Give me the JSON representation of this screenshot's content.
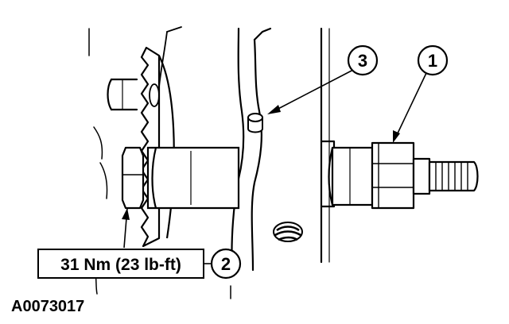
{
  "callouts": {
    "c1": "1",
    "c2": "2",
    "c3": "3"
  },
  "torque_label": "31 Nm (23 lb-ft)",
  "figure_id": "A0073017",
  "colors": {
    "ink": "#000000",
    "paper": "#ffffff"
  }
}
